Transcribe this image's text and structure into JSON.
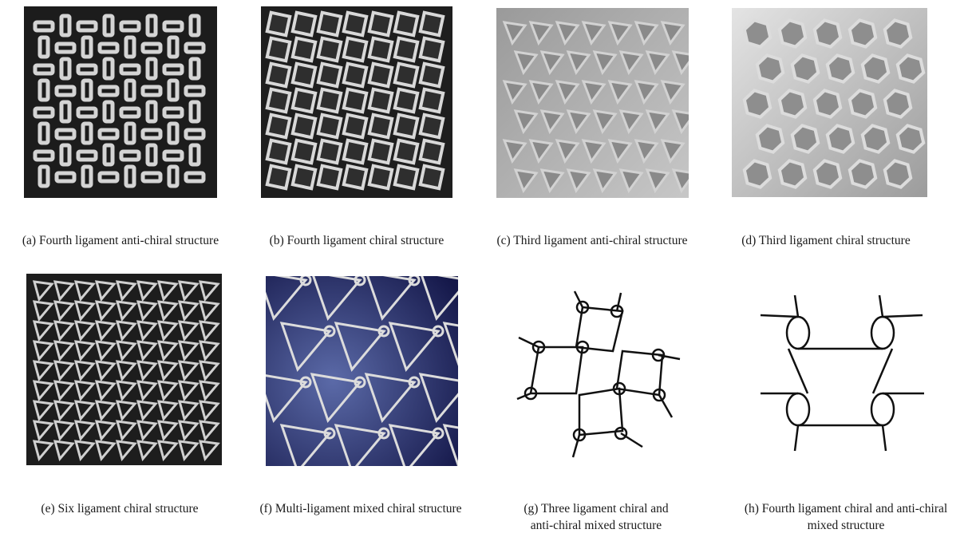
{
  "figure": {
    "panels": [
      {
        "id": "a",
        "caption": "(a) Fourth ligament anti-chiral structure"
      },
      {
        "id": "b",
        "caption": "(b) Fourth ligament chiral structure"
      },
      {
        "id": "c",
        "caption": "(c) Third ligament anti-chiral structure"
      },
      {
        "id": "d",
        "caption": "(d) Third ligament chiral structure"
      },
      {
        "id": "e",
        "caption": "(e) Six ligament chiral structure"
      },
      {
        "id": "f",
        "caption": "(f) Multi-ligament mixed chiral structure"
      },
      {
        "id": "g",
        "caption_lines": [
          "(g) Three ligament chiral and",
          "anti-chiral mixed structure"
        ]
      },
      {
        "id": "h",
        "caption_lines": [
          "(h) Fourth ligament chiral and anti-chiral",
          "mixed structure"
        ]
      }
    ]
  }
}
